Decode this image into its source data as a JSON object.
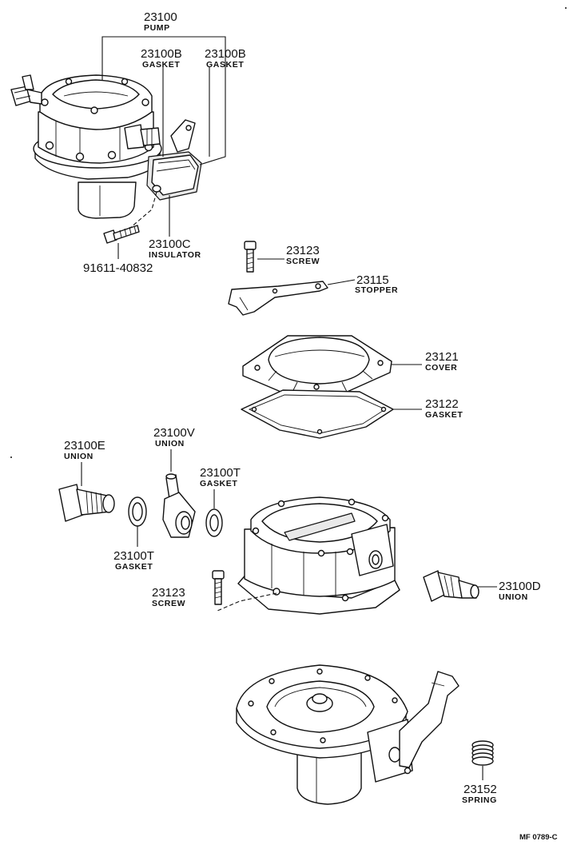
{
  "labels": {
    "pump": {
      "number": "23100",
      "name": "PUMP"
    },
    "gasket_b1": {
      "number": "23100B",
      "name": "GASKET"
    },
    "gasket_b2": {
      "number": "23100B",
      "name": "GASKET"
    },
    "insulator": {
      "number": "23100C",
      "name": "INSULATOR"
    },
    "bolt": {
      "number": "91611-40832"
    },
    "screw_top": {
      "number": "23123",
      "name": "SCREW"
    },
    "stopper": {
      "number": "23115",
      "name": "STOPPER"
    },
    "cover": {
      "number": "23121",
      "name": "COVER"
    },
    "gasket_cover": {
      "number": "23122",
      "name": "GASKET"
    },
    "union_e": {
      "number": "23100E",
      "name": "UNION"
    },
    "union_v": {
      "number": "23100V",
      "name": "UNION"
    },
    "gasket_t_right": {
      "number": "23100T",
      "name": "GASKET"
    },
    "gasket_t_left": {
      "number": "23100T",
      "name": "GASKET"
    },
    "screw_lower": {
      "number": "23123",
      "name": "SCREW"
    },
    "union_d": {
      "number": "23100D",
      "name": "UNION"
    },
    "spring": {
      "number": "23152",
      "name": "SPRING"
    }
  },
  "footer_code": "MF 0789-C"
}
